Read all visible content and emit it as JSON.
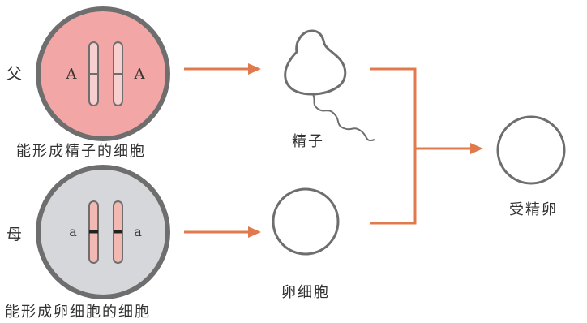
{
  "labels": {
    "father": "父",
    "mother": "母",
    "father_cell_caption": "能形成精子的细胞",
    "mother_cell_caption": "能形成卵细胞的细胞",
    "sperm": "精子",
    "egg": "卵细胞",
    "zygote": "受精卵",
    "father_allele_left": "A",
    "father_allele_right": "A",
    "mother_allele_left": "a",
    "mother_allele_right": "a"
  },
  "colors": {
    "father_cell_fill": "#f2a6a6",
    "mother_cell_fill": "#d5d7db",
    "outline": "#6e6e6e",
    "arrow": "#e07a4d",
    "text": "#333333"
  }
}
